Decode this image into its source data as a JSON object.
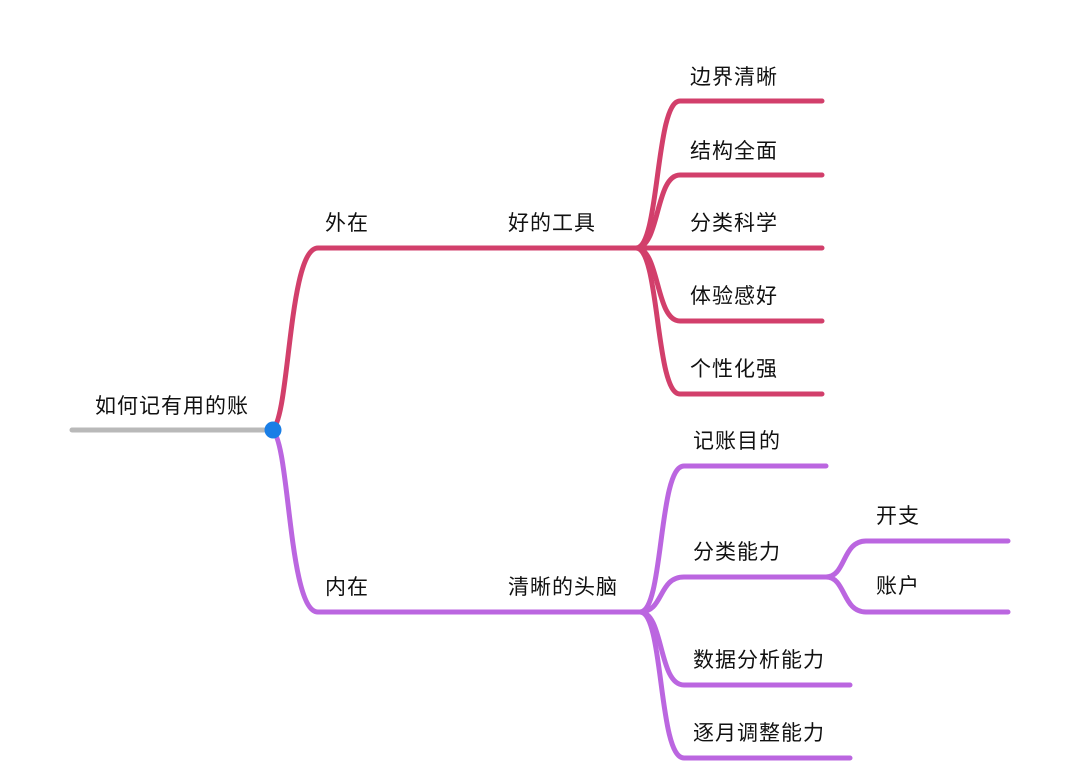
{
  "root": {
    "label": "如何记有用的账"
  },
  "colors": {
    "root_line": "#b9b9b9",
    "root_dot": "#1a7ee6",
    "outer_branch": "#d23f6b",
    "inner_branch": "#bb66e0"
  },
  "outer": {
    "label": "外在",
    "sub": {
      "label": "好的工具",
      "children": [
        "边界清晰",
        "结构全面",
        "分类科学",
        "体验感好",
        "个性化强"
      ]
    }
  },
  "inner": {
    "label": "内在",
    "sub": {
      "label": "清晰的头脑",
      "children": [
        {
          "label": "记账目的"
        },
        {
          "label": "分类能力",
          "children": [
            "开支",
            "账户"
          ]
        },
        {
          "label": "数据分析能力"
        },
        {
          "label": "逐月调整能力"
        }
      ]
    }
  }
}
